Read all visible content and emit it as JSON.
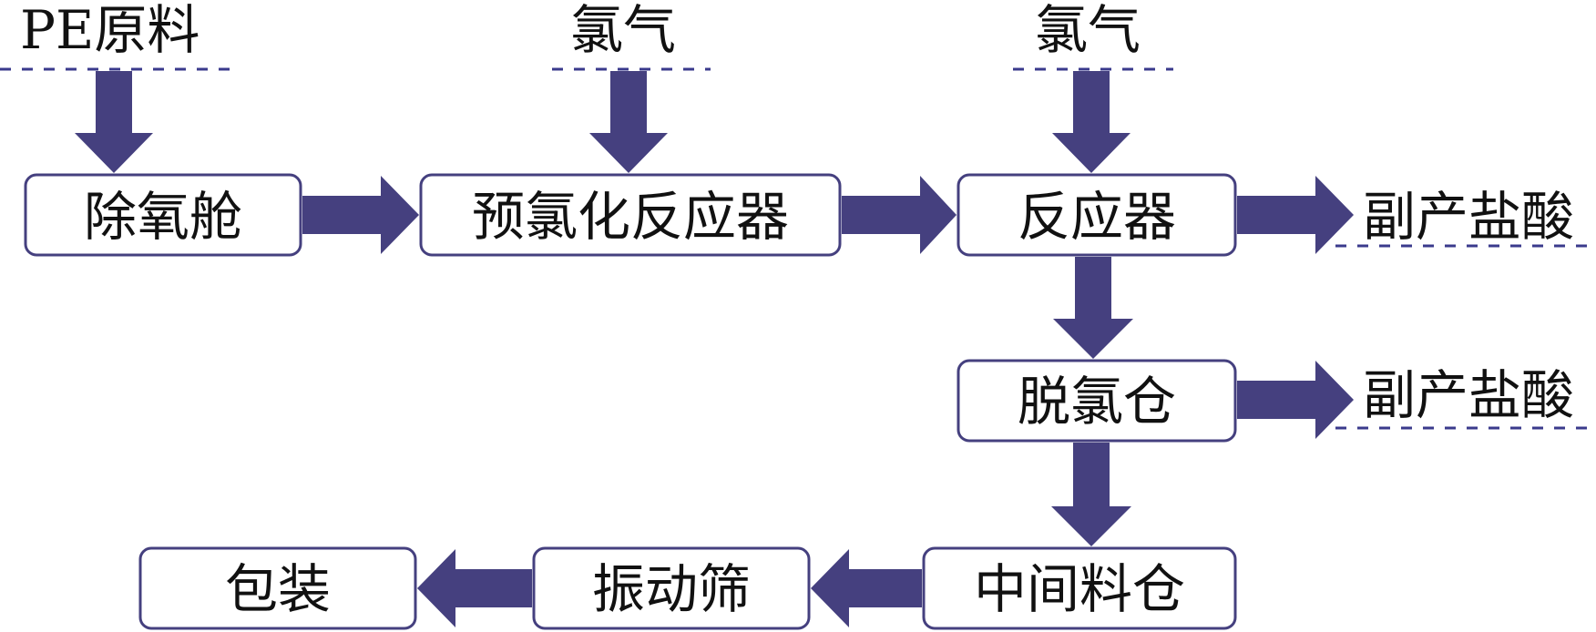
{
  "inputs": {
    "pe_raw": "PE原料",
    "chlorine_1": "氯气",
    "chlorine_2": "氯气"
  },
  "outputs": {
    "byproduct_1": "副产盐酸",
    "byproduct_2": "副产盐酸"
  },
  "boxes": {
    "deoxygen": "除氧舱",
    "prechlorination": "预氯化反应器",
    "reactor": "反应器",
    "dechlorination": "脱氯仓",
    "intermediate": "中间料仓",
    "sieve": "振动筛",
    "packaging": "包装"
  },
  "colors": {
    "arrow": "#45407f",
    "box_border": "#45407f",
    "dashed_line": "#3a3a8c"
  }
}
